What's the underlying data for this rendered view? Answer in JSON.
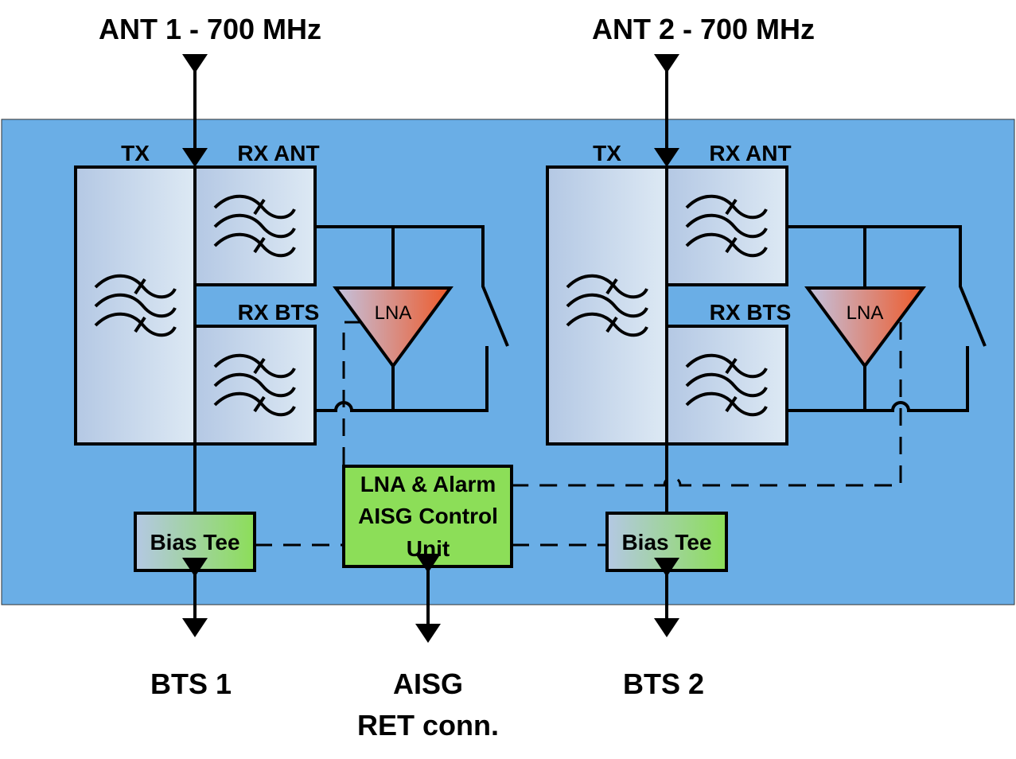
{
  "colors": {
    "panel": "#6aaee6",
    "filter_start": "#b4c8e4",
    "filter_end": "#dde9f4",
    "control_unit": "#8cde58",
    "lna_start": "#c3c3e0",
    "lna_end": "#ee5a2a"
  },
  "antennas": [
    {
      "label": "ANT 1 - 700 MHz"
    },
    {
      "label": "ANT 2 - 700 MHz"
    }
  ],
  "blocks": [
    {
      "tx": "TX",
      "rx_ant": "RX ANT",
      "rx_bts": "RX BTS",
      "lna": "LNA",
      "bias_tee": "Bias Tee"
    },
    {
      "tx": "TX",
      "rx_ant": "RX ANT",
      "rx_bts": "RX BTS",
      "lna": "LNA",
      "bias_tee": "Bias Tee"
    }
  ],
  "control_unit": {
    "lines": [
      "LNA & Alarm",
      "AISG Control",
      "Unit"
    ]
  },
  "ports": {
    "bts1": "BTS 1",
    "bts2": "BTS 2",
    "aisg_line1": "AISG",
    "aisg_line2": "RET conn."
  },
  "icons": [
    "filter-icon",
    "amplifier-triangle-icon",
    "switch-icon",
    "double-arrow-icon"
  ]
}
